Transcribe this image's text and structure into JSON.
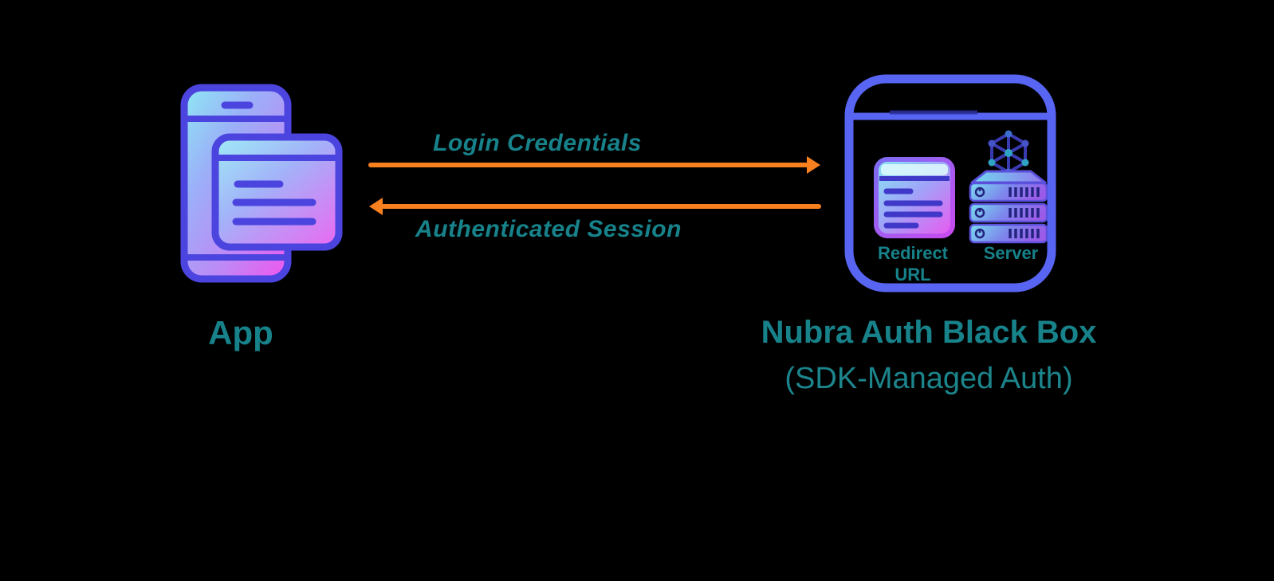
{
  "diagram": {
    "app": {
      "label": "App",
      "icon": "phone-app-icon"
    },
    "flows": [
      {
        "label": "Login Credentials",
        "direction": "right",
        "from": "App",
        "to": "Nubra Auth Black Box"
      },
      {
        "label": "Authenticated Session",
        "direction": "left",
        "from": "Nubra Auth Black Box",
        "to": "App"
      }
    ],
    "black_box": {
      "title": "Nubra Auth Black Box",
      "subtitle": "(SDK-Managed Auth)",
      "icon": "browser-frame-icon",
      "components": [
        {
          "label": "Redirect URL",
          "icon": "browser-window-icon"
        },
        {
          "label": "Server",
          "icon": "server-stack-icon"
        }
      ]
    }
  },
  "colors": {
    "background": "#000000",
    "arrow_orange": "#F8801F",
    "label_teal": "#17828A",
    "box_outline_blue": "#5865F2",
    "icon_outline_indigo": "#4B44DE",
    "gradient_cyan": "#8EE9F4",
    "gradient_magenta": "#E560F0"
  }
}
